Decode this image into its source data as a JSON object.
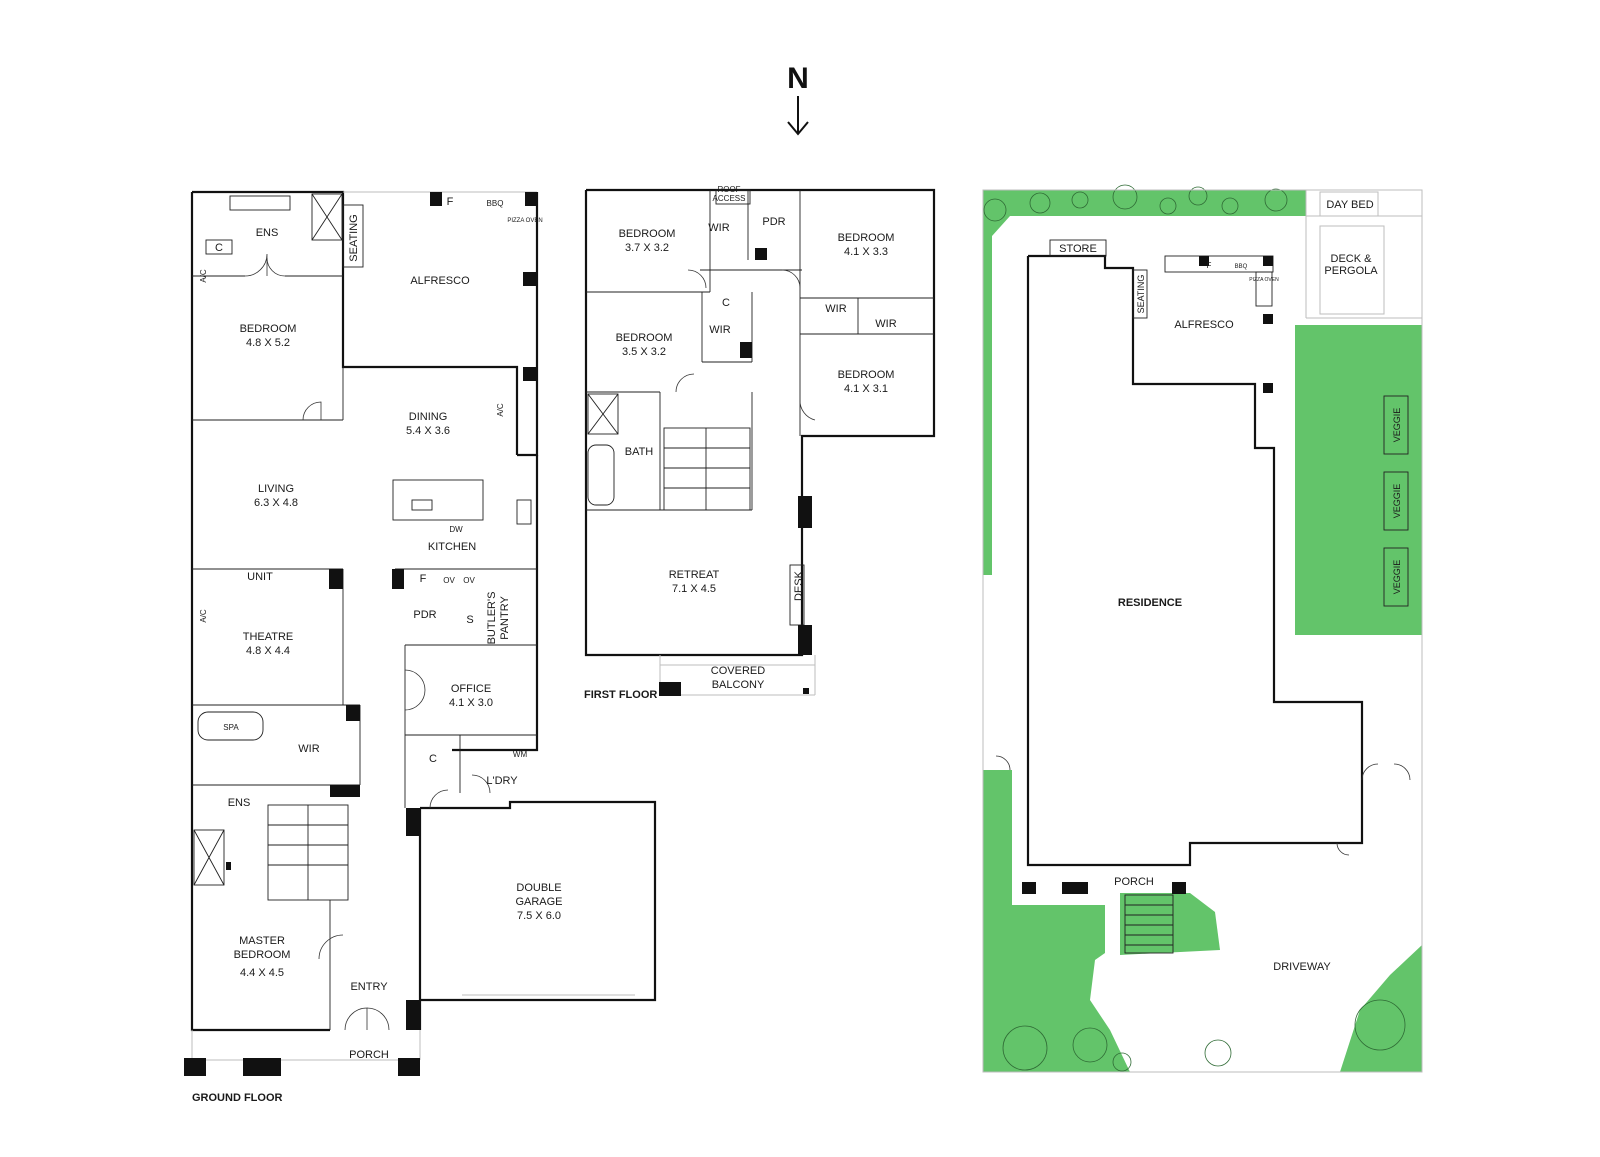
{
  "compass": {
    "label": "N"
  },
  "ground_floor": {
    "title": "GROUND FLOOR",
    "rooms": {
      "ens_top": {
        "name": "ENS"
      },
      "c_top": {
        "name": "C"
      },
      "ac1": {
        "name": "A/C"
      },
      "seating": {
        "name": "SEATING"
      },
      "alfresco": {
        "name": "ALFRESCO"
      },
      "fridge": {
        "name": "F"
      },
      "bbq": {
        "name": "BBQ"
      },
      "pizza_oven": {
        "name": "PIZZA OVEN"
      },
      "bedroom": {
        "name": "BEDROOM",
        "size": "4.8 X 5.2"
      },
      "dining": {
        "name": "DINING",
        "size": "5.4 X 3.6"
      },
      "ac2": {
        "name": "A/C"
      },
      "living": {
        "name": "LIVING",
        "size": "6.3 X 4.8"
      },
      "dw": {
        "name": "DW"
      },
      "kitchen": {
        "name": "KITCHEN"
      },
      "unit": {
        "name": "UNIT"
      },
      "ac3": {
        "name": "A/C"
      },
      "theatre": {
        "name": "THEATRE",
        "size": "4.8 X 4.4"
      },
      "f_kitchen": {
        "name": "F"
      },
      "ov1": {
        "name": "OV"
      },
      "ov2": {
        "name": "OV"
      },
      "pdr": {
        "name": "PDR"
      },
      "s": {
        "name": "S"
      },
      "butlers_pantry": {
        "line1": "BUTLER'S",
        "line2": "PANTRY"
      },
      "office": {
        "name": "OFFICE",
        "size": "4.1 X 3.0"
      },
      "spa": {
        "name": "SPA"
      },
      "wir": {
        "name": "WIR"
      },
      "ens_master": {
        "name": "ENS"
      },
      "c_ldry": {
        "name": "C"
      },
      "wm": {
        "name": "WM"
      },
      "laundry": {
        "name": "L'DRY"
      },
      "double_garage": {
        "line1": "DOUBLE",
        "line2": "GARAGE",
        "size": "7.5 X 6.0"
      },
      "master_bedroom": {
        "line1": "MASTER",
        "line2": "BEDROOM",
        "size": "4.4 X 4.5"
      },
      "entry": {
        "name": "ENTRY"
      },
      "porch": {
        "name": "PORCH"
      }
    }
  },
  "first_floor": {
    "title": "FIRST FLOOR",
    "rooms": {
      "bedroom1": {
        "name": "BEDROOM",
        "size": "3.7 X 3.2"
      },
      "wir1": {
        "name": "WIR"
      },
      "roof_access": {
        "line1": "ROOF",
        "line2": "ACCESS"
      },
      "pdr": {
        "name": "PDR"
      },
      "bedroom2": {
        "name": "BEDROOM",
        "size": "4.1 X 3.3"
      },
      "c": {
        "name": "C"
      },
      "wir2": {
        "name": "WIR"
      },
      "wir3": {
        "name": "WIR"
      },
      "wir4": {
        "name": "WIR"
      },
      "bedroom3": {
        "name": "BEDROOM",
        "size": "3.5 X 3.2"
      },
      "bedroom4": {
        "name": "BEDROOM",
        "size": "4.1 X 3.1"
      },
      "bath": {
        "name": "BATH"
      },
      "retreat": {
        "name": "RETREAT",
        "size": "7.1 X 4.5"
      },
      "desk": {
        "name": "DESK"
      },
      "covered_balcony": {
        "line1": "COVERED",
        "line2": "BALCONY"
      }
    }
  },
  "site_plan": {
    "store": "STORE",
    "day_bed": "DAY BED",
    "deck_pergola": {
      "line1": "DECK &",
      "line2": "PERGOLA"
    },
    "fridge": "F",
    "bbq": "BBQ",
    "pizza_oven": "PIZZA OVEN",
    "seating": "SEATING",
    "alfresco": "ALFRESCO",
    "veggie1": "VEGGIE",
    "veggie2": "VEGGIE",
    "veggie3": "VEGGIE",
    "residence": "RESIDENCE",
    "porch": "PORCH",
    "driveway": "DRIVEWAY",
    "colors": {
      "lawn": "#63c46a",
      "wall": "#111111"
    }
  }
}
